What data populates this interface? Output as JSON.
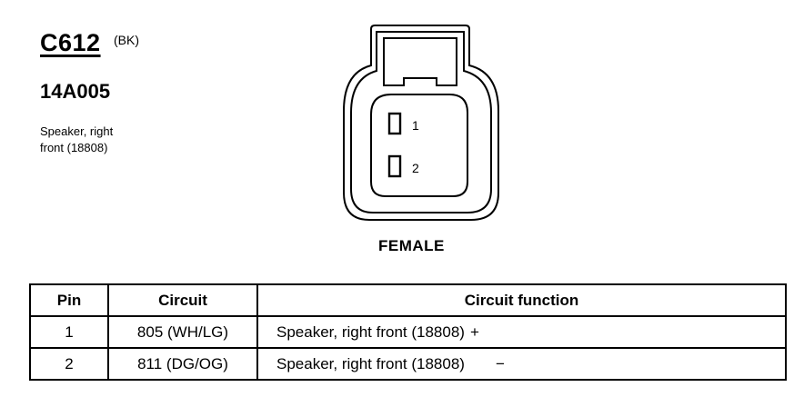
{
  "header": {
    "connector_id": "C612",
    "color_code": "(BK)",
    "part_number": "14A005",
    "description_line1": "Speaker, right",
    "description_line2": "front (18808)"
  },
  "connector": {
    "gender_label": "FEMALE",
    "pins": [
      {
        "label": "1"
      },
      {
        "label": "2"
      }
    ]
  },
  "table": {
    "headers": {
      "pin": "Pin",
      "circuit": "Circuit",
      "function": "Circuit function"
    },
    "rows": [
      {
        "pin": "1",
        "circuit": "805 (WH/LG)",
        "function": "Speaker, right front (18808)",
        "polarity": "+"
      },
      {
        "pin": "2",
        "circuit": "811 (DG/OG)",
        "function": "Speaker, right front (18808)",
        "polarity": "−"
      }
    ]
  }
}
